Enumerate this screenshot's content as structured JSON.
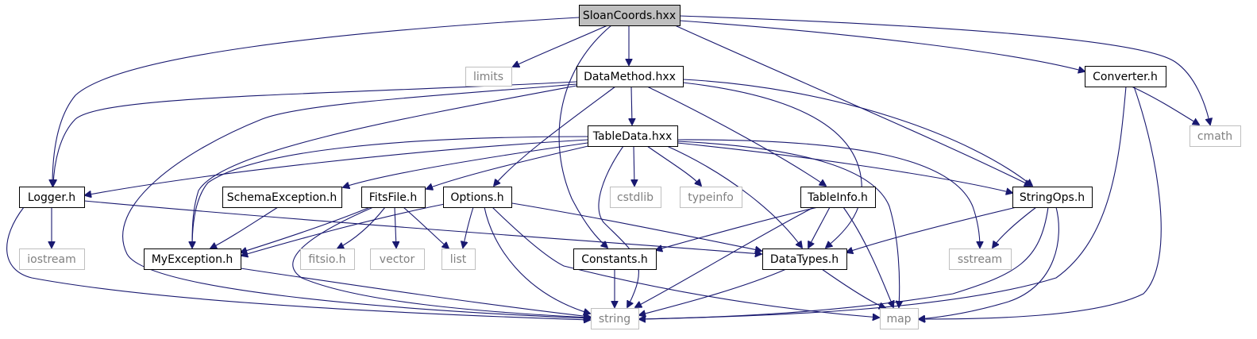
{
  "colors": {
    "root_fill": "#bfbfbf",
    "doc_border": "#000000",
    "external_border": "#bfbfbf",
    "external_text": "#808080",
    "doc_text": "#000000",
    "edge": "#191970"
  },
  "nodes": [
    {
      "id": "sloancoords",
      "label": "SloanCoords.hxx",
      "kind": "root"
    },
    {
      "id": "limits",
      "label": "limits",
      "kind": "external"
    },
    {
      "id": "datamethod",
      "label": "DataMethod.hxx",
      "kind": "documented"
    },
    {
      "id": "converter",
      "label": "Converter.h",
      "kind": "documented"
    },
    {
      "id": "cmath",
      "label": "cmath",
      "kind": "external"
    },
    {
      "id": "tabledata",
      "label": "TableData.hxx",
      "kind": "documented"
    },
    {
      "id": "logger",
      "label": "Logger.h",
      "kind": "documented"
    },
    {
      "id": "schemaexception",
      "label": "SchemaException.h",
      "kind": "documented"
    },
    {
      "id": "fitsfile",
      "label": "FitsFile.h",
      "kind": "documented"
    },
    {
      "id": "options",
      "label": "Options.h",
      "kind": "documented"
    },
    {
      "id": "cstdlib",
      "label": "cstdlib",
      "kind": "external"
    },
    {
      "id": "typeinfo",
      "label": "typeinfo",
      "kind": "external"
    },
    {
      "id": "tableinfo",
      "label": "TableInfo.h",
      "kind": "documented"
    },
    {
      "id": "stringops",
      "label": "StringOps.h",
      "kind": "documented"
    },
    {
      "id": "iostream",
      "label": "iostream",
      "kind": "external"
    },
    {
      "id": "myexception",
      "label": "MyException.h",
      "kind": "documented"
    },
    {
      "id": "fitsio",
      "label": "fitsio.h",
      "kind": "external"
    },
    {
      "id": "vector",
      "label": "vector",
      "kind": "external"
    },
    {
      "id": "list",
      "label": "list",
      "kind": "external"
    },
    {
      "id": "constants",
      "label": "Constants.h",
      "kind": "documented"
    },
    {
      "id": "datatypes",
      "label": "DataTypes.h",
      "kind": "documented"
    },
    {
      "id": "sstream",
      "label": "sstream",
      "kind": "external"
    },
    {
      "id": "string",
      "label": "string",
      "kind": "external"
    },
    {
      "id": "map",
      "label": "map",
      "kind": "external"
    }
  ],
  "edges": [
    [
      "sloancoords",
      "limits"
    ],
    [
      "sloancoords",
      "datamethod"
    ],
    [
      "sloancoords",
      "converter"
    ],
    [
      "sloancoords",
      "cmath"
    ],
    [
      "sloancoords",
      "logger"
    ],
    [
      "sloancoords",
      "constants"
    ],
    [
      "sloancoords",
      "stringops"
    ],
    [
      "datamethod",
      "tabledata"
    ],
    [
      "datamethod",
      "logger"
    ],
    [
      "datamethod",
      "myexception"
    ],
    [
      "datamethod",
      "string"
    ],
    [
      "datamethod",
      "options"
    ],
    [
      "datamethod",
      "tableinfo"
    ],
    [
      "datamethod",
      "datatypes"
    ],
    [
      "datamethod",
      "stringops"
    ],
    [
      "converter",
      "cmath"
    ],
    [
      "converter",
      "string"
    ],
    [
      "converter",
      "map"
    ],
    [
      "tabledata",
      "logger"
    ],
    [
      "tabledata",
      "schemaexception"
    ],
    [
      "tabledata",
      "fitsfile"
    ],
    [
      "tabledata",
      "myexception"
    ],
    [
      "tabledata",
      "cstdlib"
    ],
    [
      "tabledata",
      "typeinfo"
    ],
    [
      "tabledata",
      "datatypes"
    ],
    [
      "tabledata",
      "stringops"
    ],
    [
      "tabledata",
      "sstream"
    ],
    [
      "tabledata",
      "string"
    ],
    [
      "tabledata",
      "map"
    ],
    [
      "logger",
      "iostream"
    ],
    [
      "logger",
      "string"
    ],
    [
      "logger",
      "datatypes"
    ],
    [
      "schemaexception",
      "myexception"
    ],
    [
      "fitsfile",
      "myexception"
    ],
    [
      "fitsfile",
      "fitsio"
    ],
    [
      "fitsfile",
      "vector"
    ],
    [
      "fitsfile",
      "list"
    ],
    [
      "fitsfile",
      "string"
    ],
    [
      "options",
      "myexception"
    ],
    [
      "options",
      "list"
    ],
    [
      "options",
      "datatypes"
    ],
    [
      "options",
      "string"
    ],
    [
      "options",
      "map"
    ],
    [
      "tableinfo",
      "constants"
    ],
    [
      "tableinfo",
      "datatypes"
    ],
    [
      "tableinfo",
      "string"
    ],
    [
      "tableinfo",
      "map"
    ],
    [
      "stringops",
      "datatypes"
    ],
    [
      "stringops",
      "sstream"
    ],
    [
      "stringops",
      "string"
    ],
    [
      "stringops",
      "map"
    ],
    [
      "myexception",
      "string"
    ],
    [
      "constants",
      "string"
    ],
    [
      "datatypes",
      "string"
    ],
    [
      "datatypes",
      "map"
    ]
  ]
}
